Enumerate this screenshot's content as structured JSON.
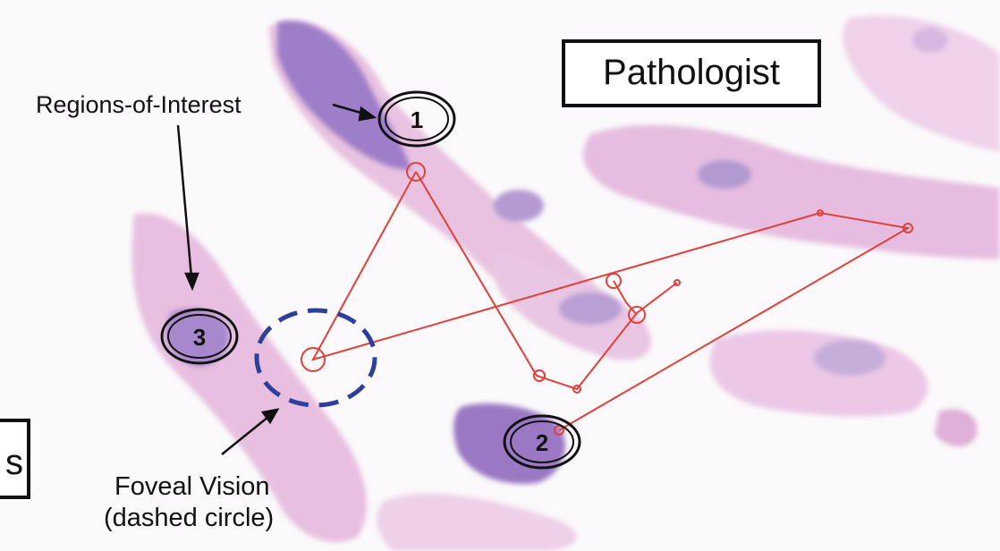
{
  "title_box": "Pathologist",
  "partial_box": "s",
  "annotations": {
    "roi": "Regions-of-Interest",
    "foveal_line1": "Foveal Vision",
    "foveal_line2": "(dashed circle)"
  },
  "regions": [
    {
      "number": "1"
    },
    {
      "number": "2"
    },
    {
      "number": "3"
    }
  ],
  "colors": {
    "tissue_pink": "#e6b8dc",
    "tissue_purple": "#9c7cc8",
    "gaze_path": "#e0413a",
    "foveal_circle": "#2c3f9a",
    "background": "#fbf9fb"
  }
}
